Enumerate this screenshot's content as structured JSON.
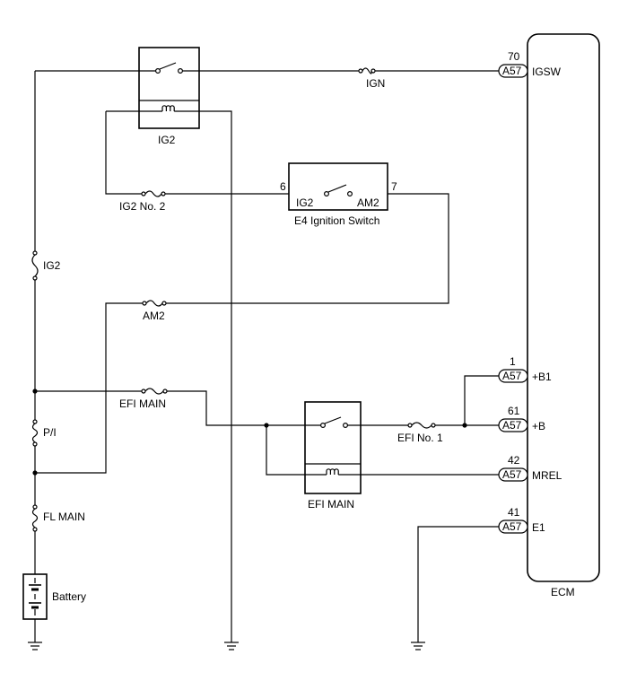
{
  "ecm": {
    "name": "ECM",
    "pins": [
      {
        "num": "70",
        "conn": "A57",
        "label": "IGSW"
      },
      {
        "num": "1",
        "conn": "A57",
        "label": "+B1"
      },
      {
        "num": "61",
        "conn": "A57",
        "label": "+B"
      },
      {
        "num": "42",
        "conn": "A57",
        "label": "MREL"
      },
      {
        "num": "41",
        "conn": "A57",
        "label": "E1"
      }
    ]
  },
  "relays": {
    "ig2": "IG2",
    "efi_main": "EFI MAIN"
  },
  "ignition_switch": {
    "name": "E4 Ignition Switch",
    "left_pin": "6",
    "right_pin": "7",
    "left_label": "IG2",
    "right_label": "AM2"
  },
  "fuses": {
    "ign": "IGN",
    "ig2_no2": "IG2 No. 2",
    "am2": "AM2",
    "efi_main": "EFI MAIN",
    "efi_no1": "EFI No. 1",
    "ig2": "IG2",
    "pi": "P/I",
    "fl_main": "FL MAIN"
  },
  "battery": "Battery"
}
